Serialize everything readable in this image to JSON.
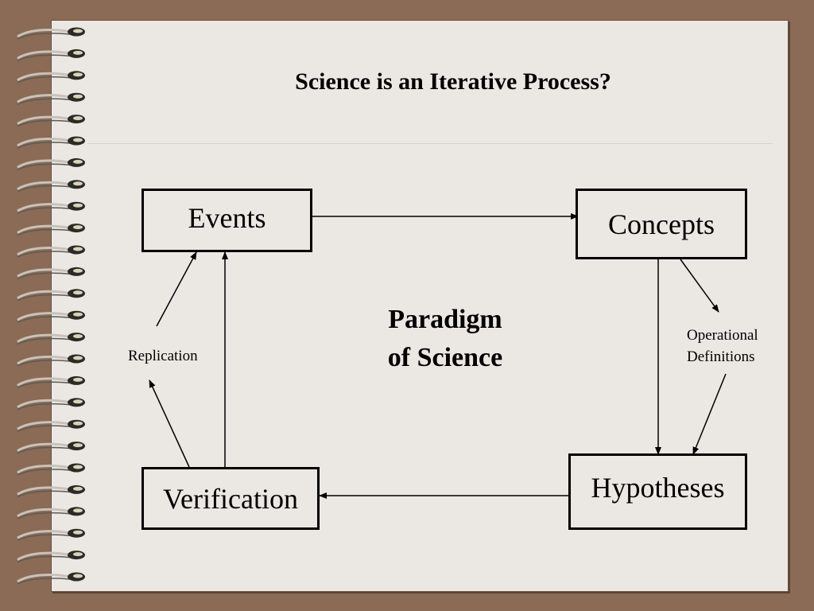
{
  "slide": {
    "title": "Science is an Iterative Process?",
    "center_lines": [
      "Paradigm",
      "of Science"
    ]
  },
  "boxes": {
    "events": "Events",
    "concepts": "Concepts",
    "hypotheses": "Hypotheses",
    "verification": "Verification"
  },
  "labels": {
    "replication": "Replication",
    "operational_line1": "Operational",
    "operational_line2": "Definitions"
  },
  "colors": {
    "page": "#ebe7e3",
    "background": "#8b6b56",
    "ink": "#000000"
  }
}
